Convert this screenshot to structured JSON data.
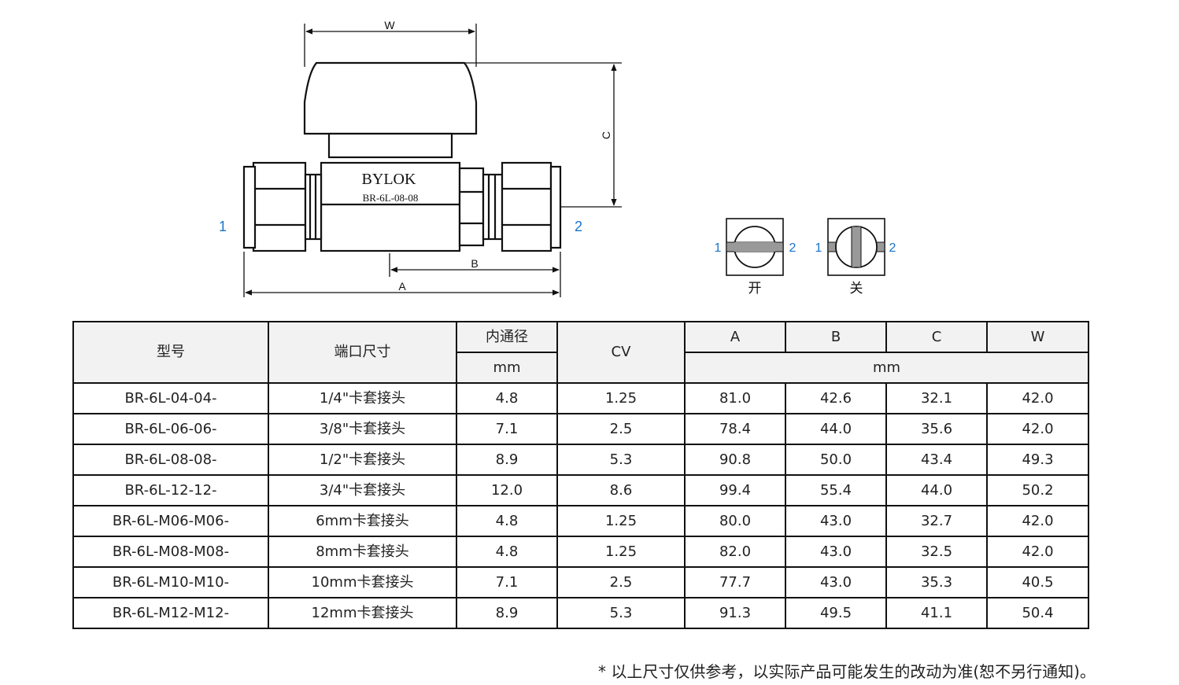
{
  "drawing": {
    "brand": "BYLOK",
    "model_marking": "BR-6L-08-08",
    "dim_labels": {
      "w": "W",
      "c": "C",
      "b": "B",
      "a": "A"
    },
    "port_labels": {
      "left": "1",
      "right": "2"
    },
    "handle_states": [
      {
        "label": "开",
        "port_left": "1",
        "port_right": "2"
      },
      {
        "label": "关",
        "port_left": "1",
        "port_right": "2"
      }
    ],
    "colors": {
      "port_label": "#1a73c8",
      "line": "#111111",
      "handle_fill": "#999999"
    }
  },
  "table": {
    "headers": {
      "model": "型号",
      "port_size": "端口尺寸",
      "bore": "内通径",
      "cv": "CV",
      "a": "A",
      "b": "B",
      "c": "C",
      "w": "W",
      "bore_unit": "mm",
      "dim_unit": "mm"
    },
    "rows": [
      {
        "model": "BR-6L-04-04-",
        "port": "1/4\"卡套接头",
        "bore": "4.8",
        "cv": "1.25",
        "a": "81.0",
        "b": "42.6",
        "c": "32.1",
        "w": "42.0"
      },
      {
        "model": "BR-6L-06-06-",
        "port": "3/8\"卡套接头",
        "bore": "7.1",
        "cv": "2.5",
        "a": "78.4",
        "b": "44.0",
        "c": "35.6",
        "w": "42.0"
      },
      {
        "model": "BR-6L-08-08-",
        "port": "1/2\"卡套接头",
        "bore": "8.9",
        "cv": "5.3",
        "a": "90.8",
        "b": "50.0",
        "c": "43.4",
        "w": "49.3"
      },
      {
        "model": "BR-6L-12-12-",
        "port": "3/4\"卡套接头",
        "bore": "12.0",
        "cv": "8.6",
        "a": "99.4",
        "b": "55.4",
        "c": "44.0",
        "w": "50.2"
      },
      {
        "model": "BR-6L-M06-M06-",
        "port": "6mm卡套接头",
        "bore": "4.8",
        "cv": "1.25",
        "a": "80.0",
        "b": "43.0",
        "c": "32.7",
        "w": "42.0"
      },
      {
        "model": "BR-6L-M08-M08-",
        "port": "8mm卡套接头",
        "bore": "4.8",
        "cv": "1.25",
        "a": "82.0",
        "b": "43.0",
        "c": "32.5",
        "w": "42.0"
      },
      {
        "model": "BR-6L-M10-M10-",
        "port": "10mm卡套接头",
        "bore": "7.1",
        "cv": "2.5",
        "a": "77.7",
        "b": "43.0",
        "c": "35.3",
        "w": "40.5"
      },
      {
        "model": "BR-6L-M12-M12-",
        "port": "12mm卡套接头",
        "bore": "8.9",
        "cv": "5.3",
        "a": "91.3",
        "b": "49.5",
        "c": "41.1",
        "w": "50.4"
      }
    ]
  },
  "note": "* 以上尺寸仅供参考，以实际产品可能发生的改动为准(恕不另行通知)。"
}
